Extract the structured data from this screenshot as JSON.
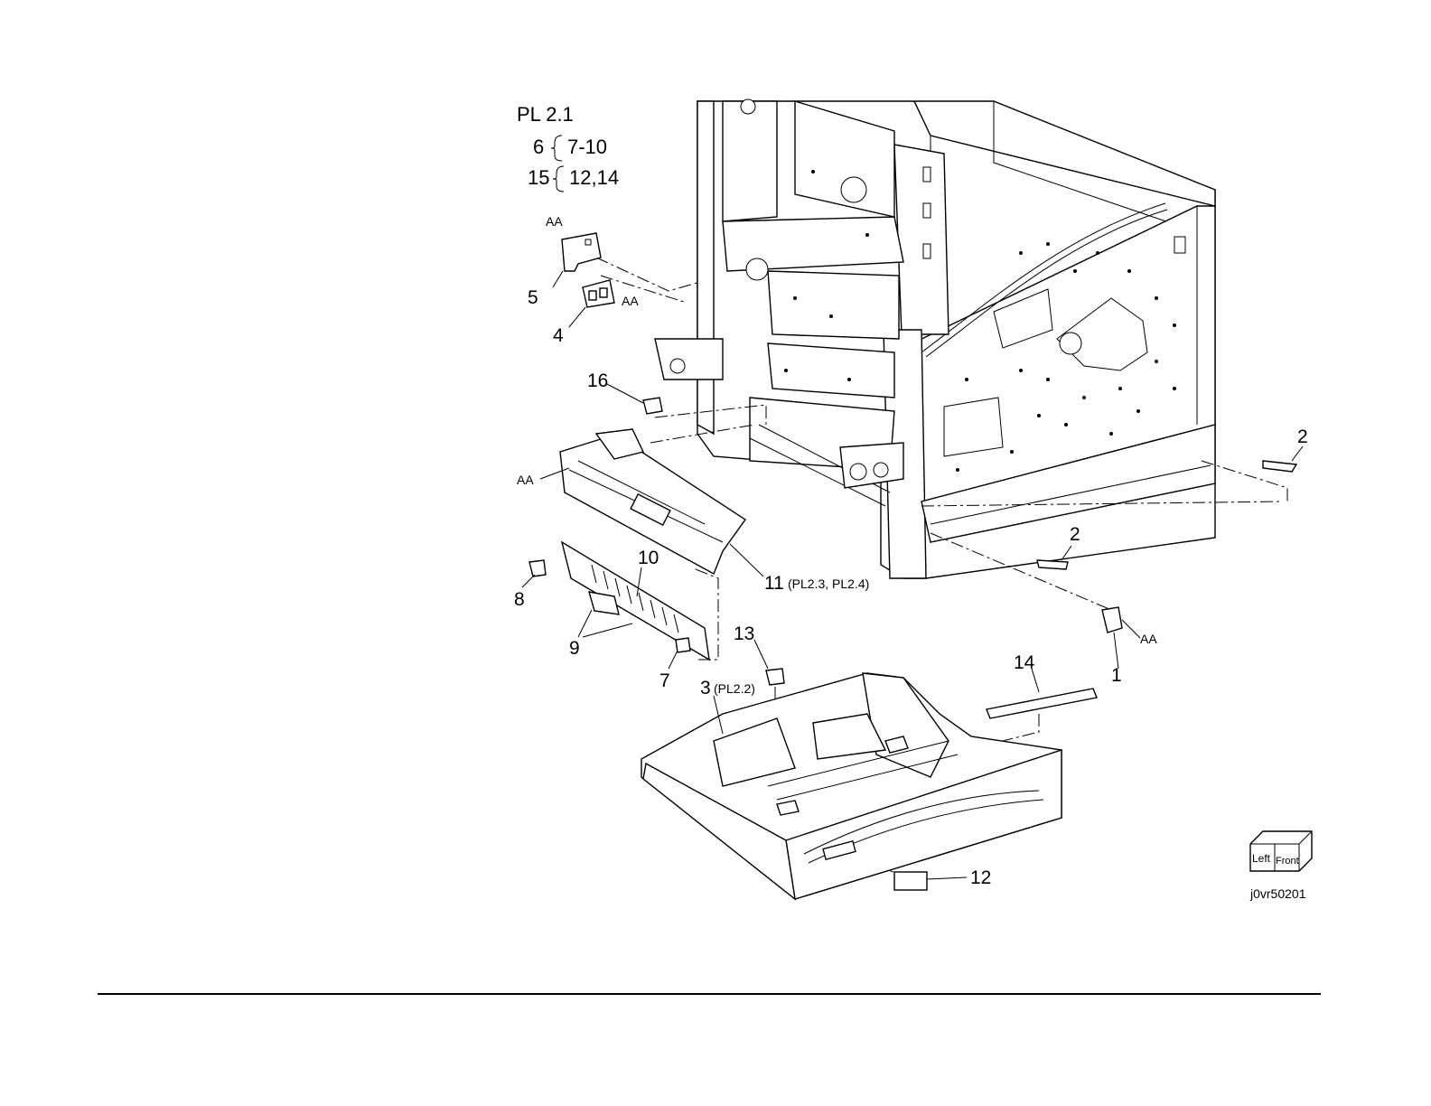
{
  "header": {
    "plate": "PL 2.1",
    "group_6_parent": "6",
    "group_6_children": "7-10",
    "group_15_parent": "15",
    "group_15_children": "12,14"
  },
  "callouts": {
    "aa": "AA",
    "p1": "1",
    "p2": "2",
    "p3": "3",
    "p3_ref": "(PL2.2)",
    "p4": "4",
    "p5": "5",
    "p7": "7",
    "p8": "8",
    "p9": "9",
    "p10": "10",
    "p11": "11",
    "p11_ref": "(PL2.3, PL2.4)",
    "p12": "12",
    "p13": "13",
    "p14": "14",
    "p16": "16"
  },
  "orientation": {
    "left": "Left",
    "front": "Front"
  },
  "figure_id": "j0vr50201"
}
